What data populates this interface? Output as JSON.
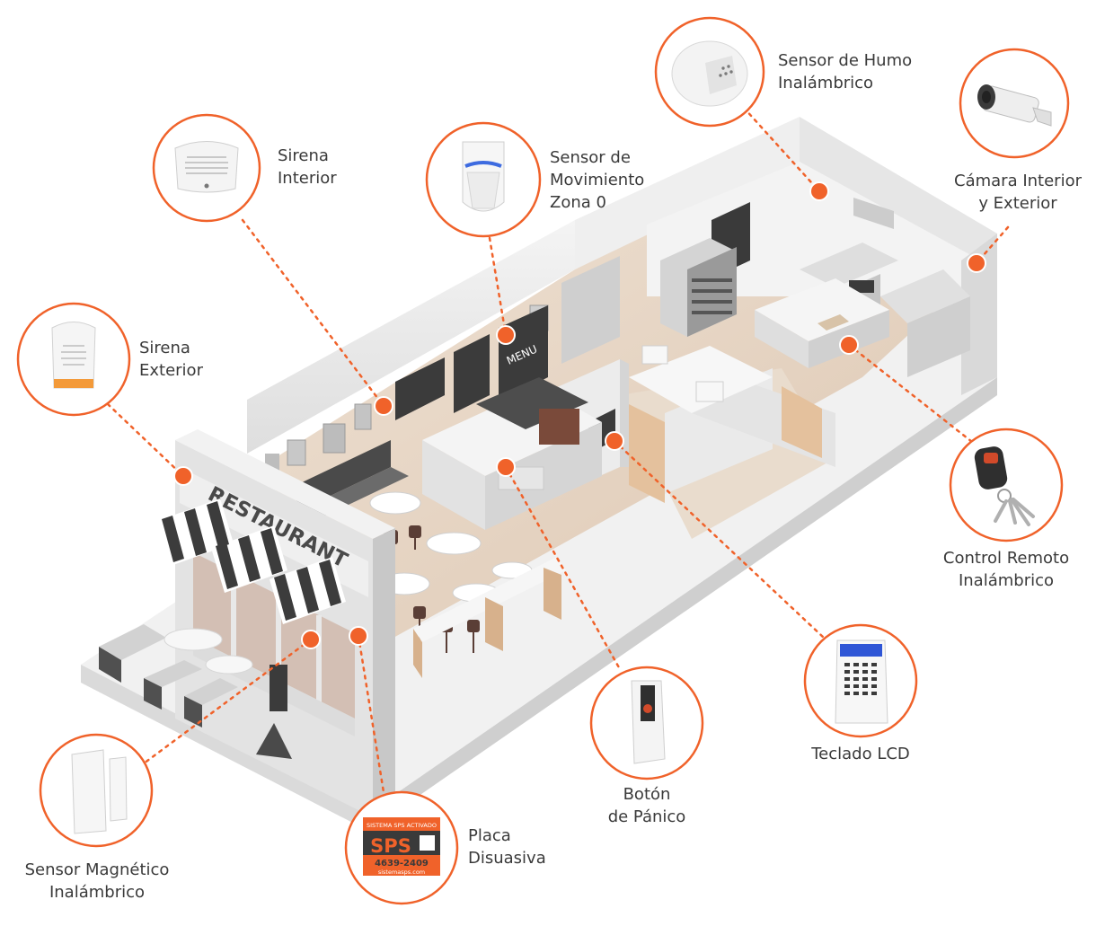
{
  "colors": {
    "accent": "#f0622a",
    "wall": "#ececec",
    "floor": "#e7d6c6",
    "text": "#3a3a3a"
  },
  "labels": {
    "sirena_interior": [
      "Sirena",
      "Interior"
    ],
    "sensor_movimiento": [
      "Sensor de",
      "Movimiento",
      "Zona 0"
    ],
    "sensor_humo": [
      "Sensor de Humo",
      "Inalámbrico"
    ],
    "camara": [
      "Cámara Interior",
      "y Exterior"
    ],
    "sirena_exterior": [
      "Sirena",
      "Exterior"
    ],
    "control_remoto": [
      "Control Remoto",
      "Inalámbrico"
    ],
    "teclado": [
      "Teclado LCD"
    ],
    "boton_panico": [
      "Botón",
      "de Pánico"
    ],
    "placa": [
      "Placa",
      "Disuasiva"
    ],
    "sensor_magnetico": [
      "Sensor Magnético",
      "Inalámbrico"
    ]
  },
  "scene_text": {
    "restaurant_sign": "RESTAURANT",
    "menu_board": "MENU",
    "placa_top": "SISTEMA SPS ACTIVADO",
    "placa_logo": "SPS",
    "placa_phone": "4639-2409",
    "placa_web": "sistemasps.com"
  },
  "icons": [
    "siren-interior-icon",
    "motion-sensor-icon",
    "smoke-sensor-icon",
    "camera-icon",
    "siren-exterior-icon",
    "remote-control-icon",
    "keypad-icon",
    "panic-button-icon",
    "sps-plate-icon",
    "magnetic-sensor-icon"
  ]
}
